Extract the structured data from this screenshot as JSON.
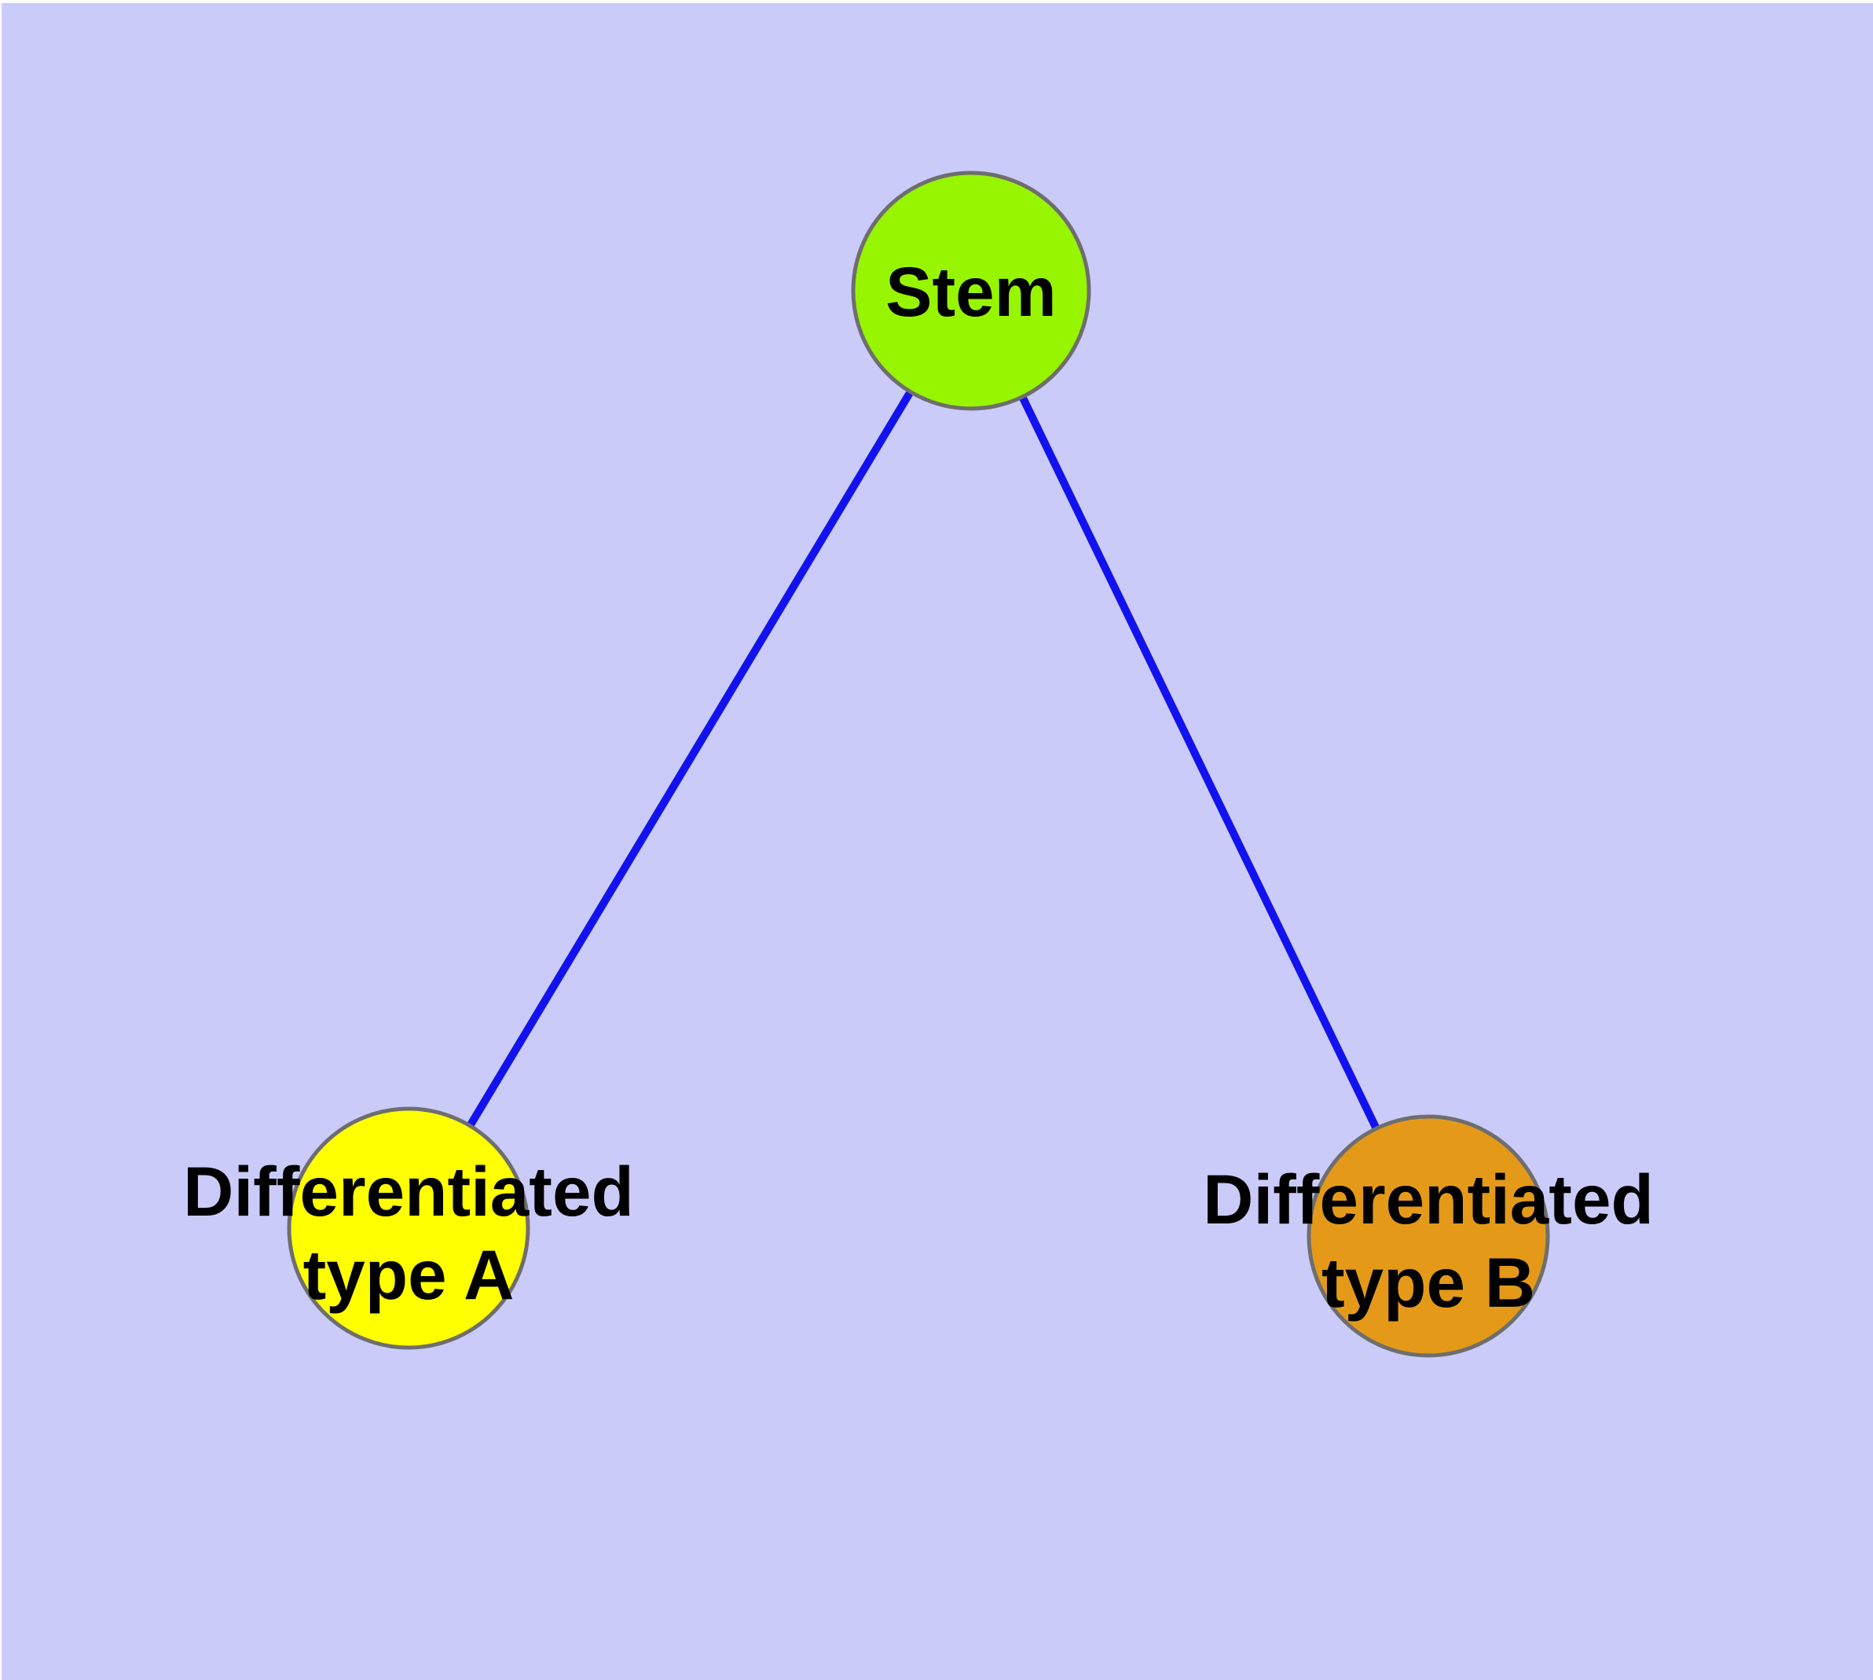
{
  "diagram": {
    "title": "Stem cell differentiation graph",
    "background_color": "#CBCBFA",
    "frame_color": "#FFFFFF",
    "edge_color": "#1212EE",
    "node_border_color": "#6E6E6E",
    "label_color": "#000000",
    "nodes": [
      {
        "id": "stem",
        "label": "Stem",
        "label_lines": {
          "line1": "Stem",
          "line2": ""
        },
        "fill": "#97F500"
      },
      {
        "id": "differentiated-type-a",
        "label": "Differentiated type A",
        "label_lines": {
          "line1": "Differentiated",
          "line2": "type A"
        },
        "fill": "#FFFF00"
      },
      {
        "id": "differentiated-type-b",
        "label": "Differentiated type B",
        "label_lines": {
          "line1": "Differentiated",
          "line2": "type B"
        },
        "fill": "#E49A18"
      }
    ],
    "edges": [
      {
        "from": "Stem",
        "to": "Differentiated type A"
      },
      {
        "from": "Stem",
        "to": "Differentiated type B"
      }
    ]
  }
}
